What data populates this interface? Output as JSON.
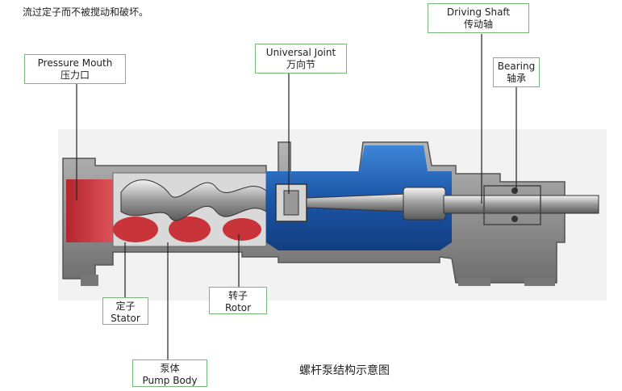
{
  "intro_text": "流过定子而不被搅动和破坏。",
  "labels": {
    "pressure_mouth": {
      "en": "Pressure Mouth",
      "zh": "压力口"
    },
    "universal_joint": {
      "en": "Universal Joint",
      "zh": "万向节"
    },
    "driving_shaft": {
      "en": "Driving Shaft",
      "zh": "传动轴"
    },
    "bearing": {
      "en": "Bearing",
      "zh": "轴承"
    },
    "stator": {
      "zh": "定子",
      "en": "Stator"
    },
    "rotor": {
      "zh": "转子",
      "en": "Rotor"
    },
    "pump_body": {
      "zh": "泵体",
      "en": "Pump Body"
    }
  },
  "caption": "螺杆泵结构示意图",
  "colors": {
    "label_border": "#79b779",
    "pressure_red": "#c8343a",
    "chamber_blue": "#1f5fb0",
    "casing_gray": "#8f8f8f",
    "background_panel": "#f2f2f2"
  }
}
